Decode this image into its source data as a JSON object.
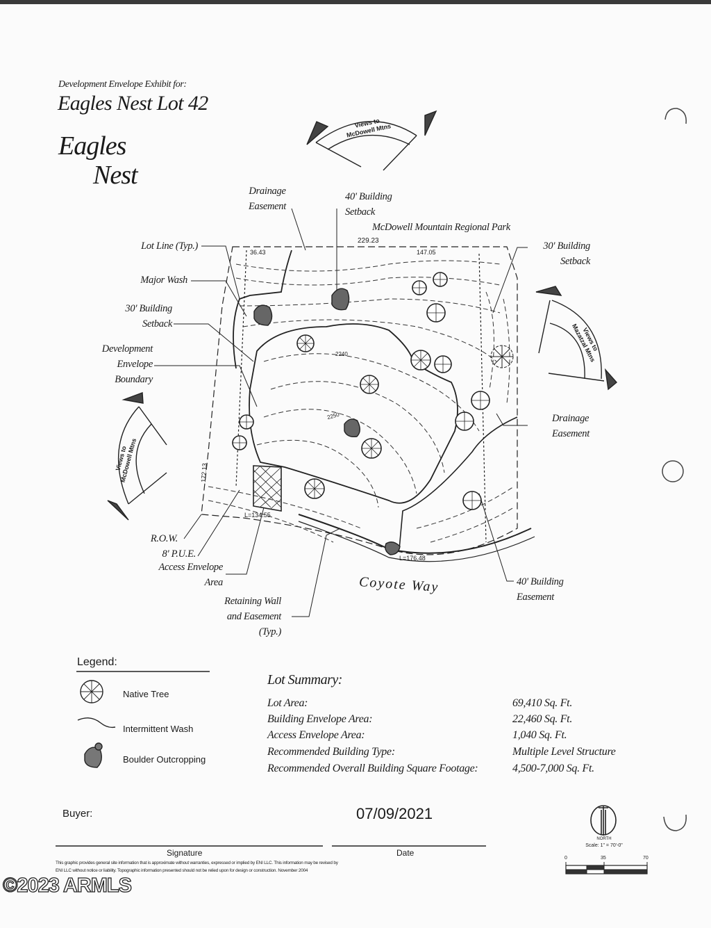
{
  "header": {
    "subtitle": "Development Envelope Exhibit for:",
    "title": "Eagles Nest Lot 42",
    "logo_text": [
      "Eagles",
      "Nest"
    ]
  },
  "plan": {
    "park_label": "McDowell Mountain Regional Park",
    "street_label": "Coyote Way",
    "views": {
      "top": [
        "Views to",
        "McDowell Mtns"
      ],
      "right": [
        "Views to",
        "Mazatzal Mtns"
      ],
      "left": [
        "Views to",
        "McDowell Mtns"
      ]
    },
    "callouts": {
      "drainage_top": [
        "Drainage",
        "Easement"
      ],
      "setback_40_top": [
        "40' Building",
        "Setback"
      ],
      "lot_line": "Lot Line (Typ.)",
      "major_wash": "Major Wash",
      "setback_30_left": [
        "30' Building",
        "Setback"
      ],
      "dev_envelope": [
        "Development",
        "Envelope",
        "Boundary"
      ],
      "setback_30_right": [
        "30' Building",
        "Setback"
      ],
      "drainage_right": [
        "Drainage",
        "Easement"
      ],
      "row": [
        "R.O.W.",
        "8' P.U.E."
      ],
      "access_envelope": [
        "Access Envelope",
        "Area"
      ],
      "retaining_wall": [
        "Retaining Wall",
        "and Easement",
        "(Typ.)"
      ],
      "easement_40_bottom": [
        "40' Building",
        "Easement"
      ]
    },
    "dimensions": {
      "top_left": "36.43",
      "top_total": "229.23",
      "top_right": "147.05",
      "left_side": "172.13",
      "bottom_left_arc": "L=134.55",
      "bottom_right_arc": "L=176.48",
      "contour_1": "2240",
      "contour_2": "2250"
    }
  },
  "legend": {
    "title": "Legend:",
    "items": [
      {
        "icon": "native-tree-icon",
        "label": "Native Tree"
      },
      {
        "icon": "intermittent-wash-icon",
        "label": "Intermittent Wash"
      },
      {
        "icon": "boulder-icon",
        "label": "Boulder Outcropping"
      }
    ]
  },
  "lot_summary": {
    "title": "Lot Summary:",
    "rows": [
      {
        "label": "Lot Area:",
        "value": "69,410 Sq. Ft."
      },
      {
        "label": "Building Envelope Area:",
        "value": "22,460 Sq. Ft."
      },
      {
        "label": "Access Envelope Area:",
        "value": "1,040 Sq. Ft."
      },
      {
        "label": "Recommended Building Type:",
        "value": "Multiple Level Structure"
      },
      {
        "label": "Recommended Overall Building Square Footage:",
        "value": "4,500-7,000 Sq. Ft."
      }
    ]
  },
  "signature_block": {
    "buyer_label": "Buyer:",
    "date_value": "07/09/2021",
    "signature_caption": "Signature",
    "date_caption": "Date",
    "disclaimer_line1": "This graphic provides general site information that is approximate without warranties, expressed or implied by ENI LLC. This information may be revised by",
    "disclaimer_line2": "ENI LLC without notice or liability. Topographic information presented should not be relied upon for design or construction. November 2004"
  },
  "north_arrow": {
    "label": "NORTH",
    "scale": "Scale: 1\" = 70'-0\"",
    "ticks": [
      "0",
      "35",
      "70"
    ]
  },
  "watermark": "©2023 ARMLS",
  "colors": {
    "ink": "#1a1a1a",
    "paper": "#fbfbfb"
  }
}
